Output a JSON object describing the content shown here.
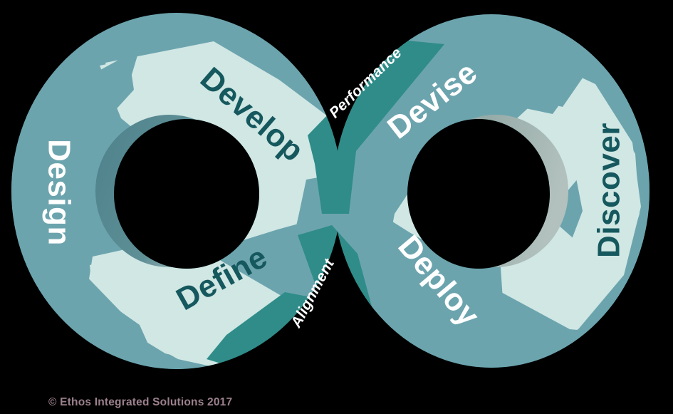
{
  "diagram": {
    "title": "Ethos Integrated Solutions Infinity Lifecycle",
    "shape": "infinity-loop",
    "colors": {
      "background": "#000000",
      "pale_mint": "#d0e7e4",
      "medium_teal": "#6ca4ae",
      "dark_teal_band": "#2f8c89",
      "outer_bevel": "#2d8a87",
      "inner_shadow_left": "#5a8b93",
      "inner_shadow_right": "#a3b5b2",
      "label_dark": "#15585e",
      "label_light": "#ffffff",
      "copyright_text": "#9c818d"
    },
    "segments": [
      {
        "id": "design",
        "label": "Design",
        "text_style": "light",
        "band": "medium_teal",
        "position": "left-outer",
        "rotation": 90
      },
      {
        "id": "develop",
        "label": "Develop",
        "text_style": "dark",
        "band": "pale_mint",
        "position": "upper-left-diagonal",
        "rotation": 41
      },
      {
        "id": "performance",
        "label": "Performance",
        "text_style": "light",
        "band": "dark_teal_band",
        "position": "upper-center",
        "rotation": -44
      },
      {
        "id": "devise",
        "label": "Devise",
        "text_style": "light",
        "band": "medium_teal",
        "position": "upper-right-diagonal",
        "rotation": -38
      },
      {
        "id": "discover",
        "label": "Discover",
        "text_style": "dark",
        "band": "pale_mint",
        "position": "right-outer",
        "rotation": -90
      },
      {
        "id": "deploy",
        "label": "Deploy",
        "text_style": "light",
        "band": "medium_teal",
        "position": "lower-right-diagonal",
        "rotation": 50
      },
      {
        "id": "alignment",
        "label": "Alignment",
        "text_style": "light",
        "band": "dark_teal_band",
        "position": "lower-center",
        "rotation": -62
      },
      {
        "id": "define",
        "label": "Define",
        "text_style": "dark",
        "band": "pale_mint",
        "position": "lower-left-diagonal",
        "rotation": -29
      }
    ]
  },
  "labels": {
    "design": "Design",
    "develop": "Develop",
    "performance": "Performance",
    "devise": "Devise",
    "discover": "Discover",
    "deploy": "Deploy",
    "alignment": "Alignment",
    "define": "Define"
  },
  "footer": {
    "copyright": "© Ethos Integrated Solutions 2017"
  }
}
